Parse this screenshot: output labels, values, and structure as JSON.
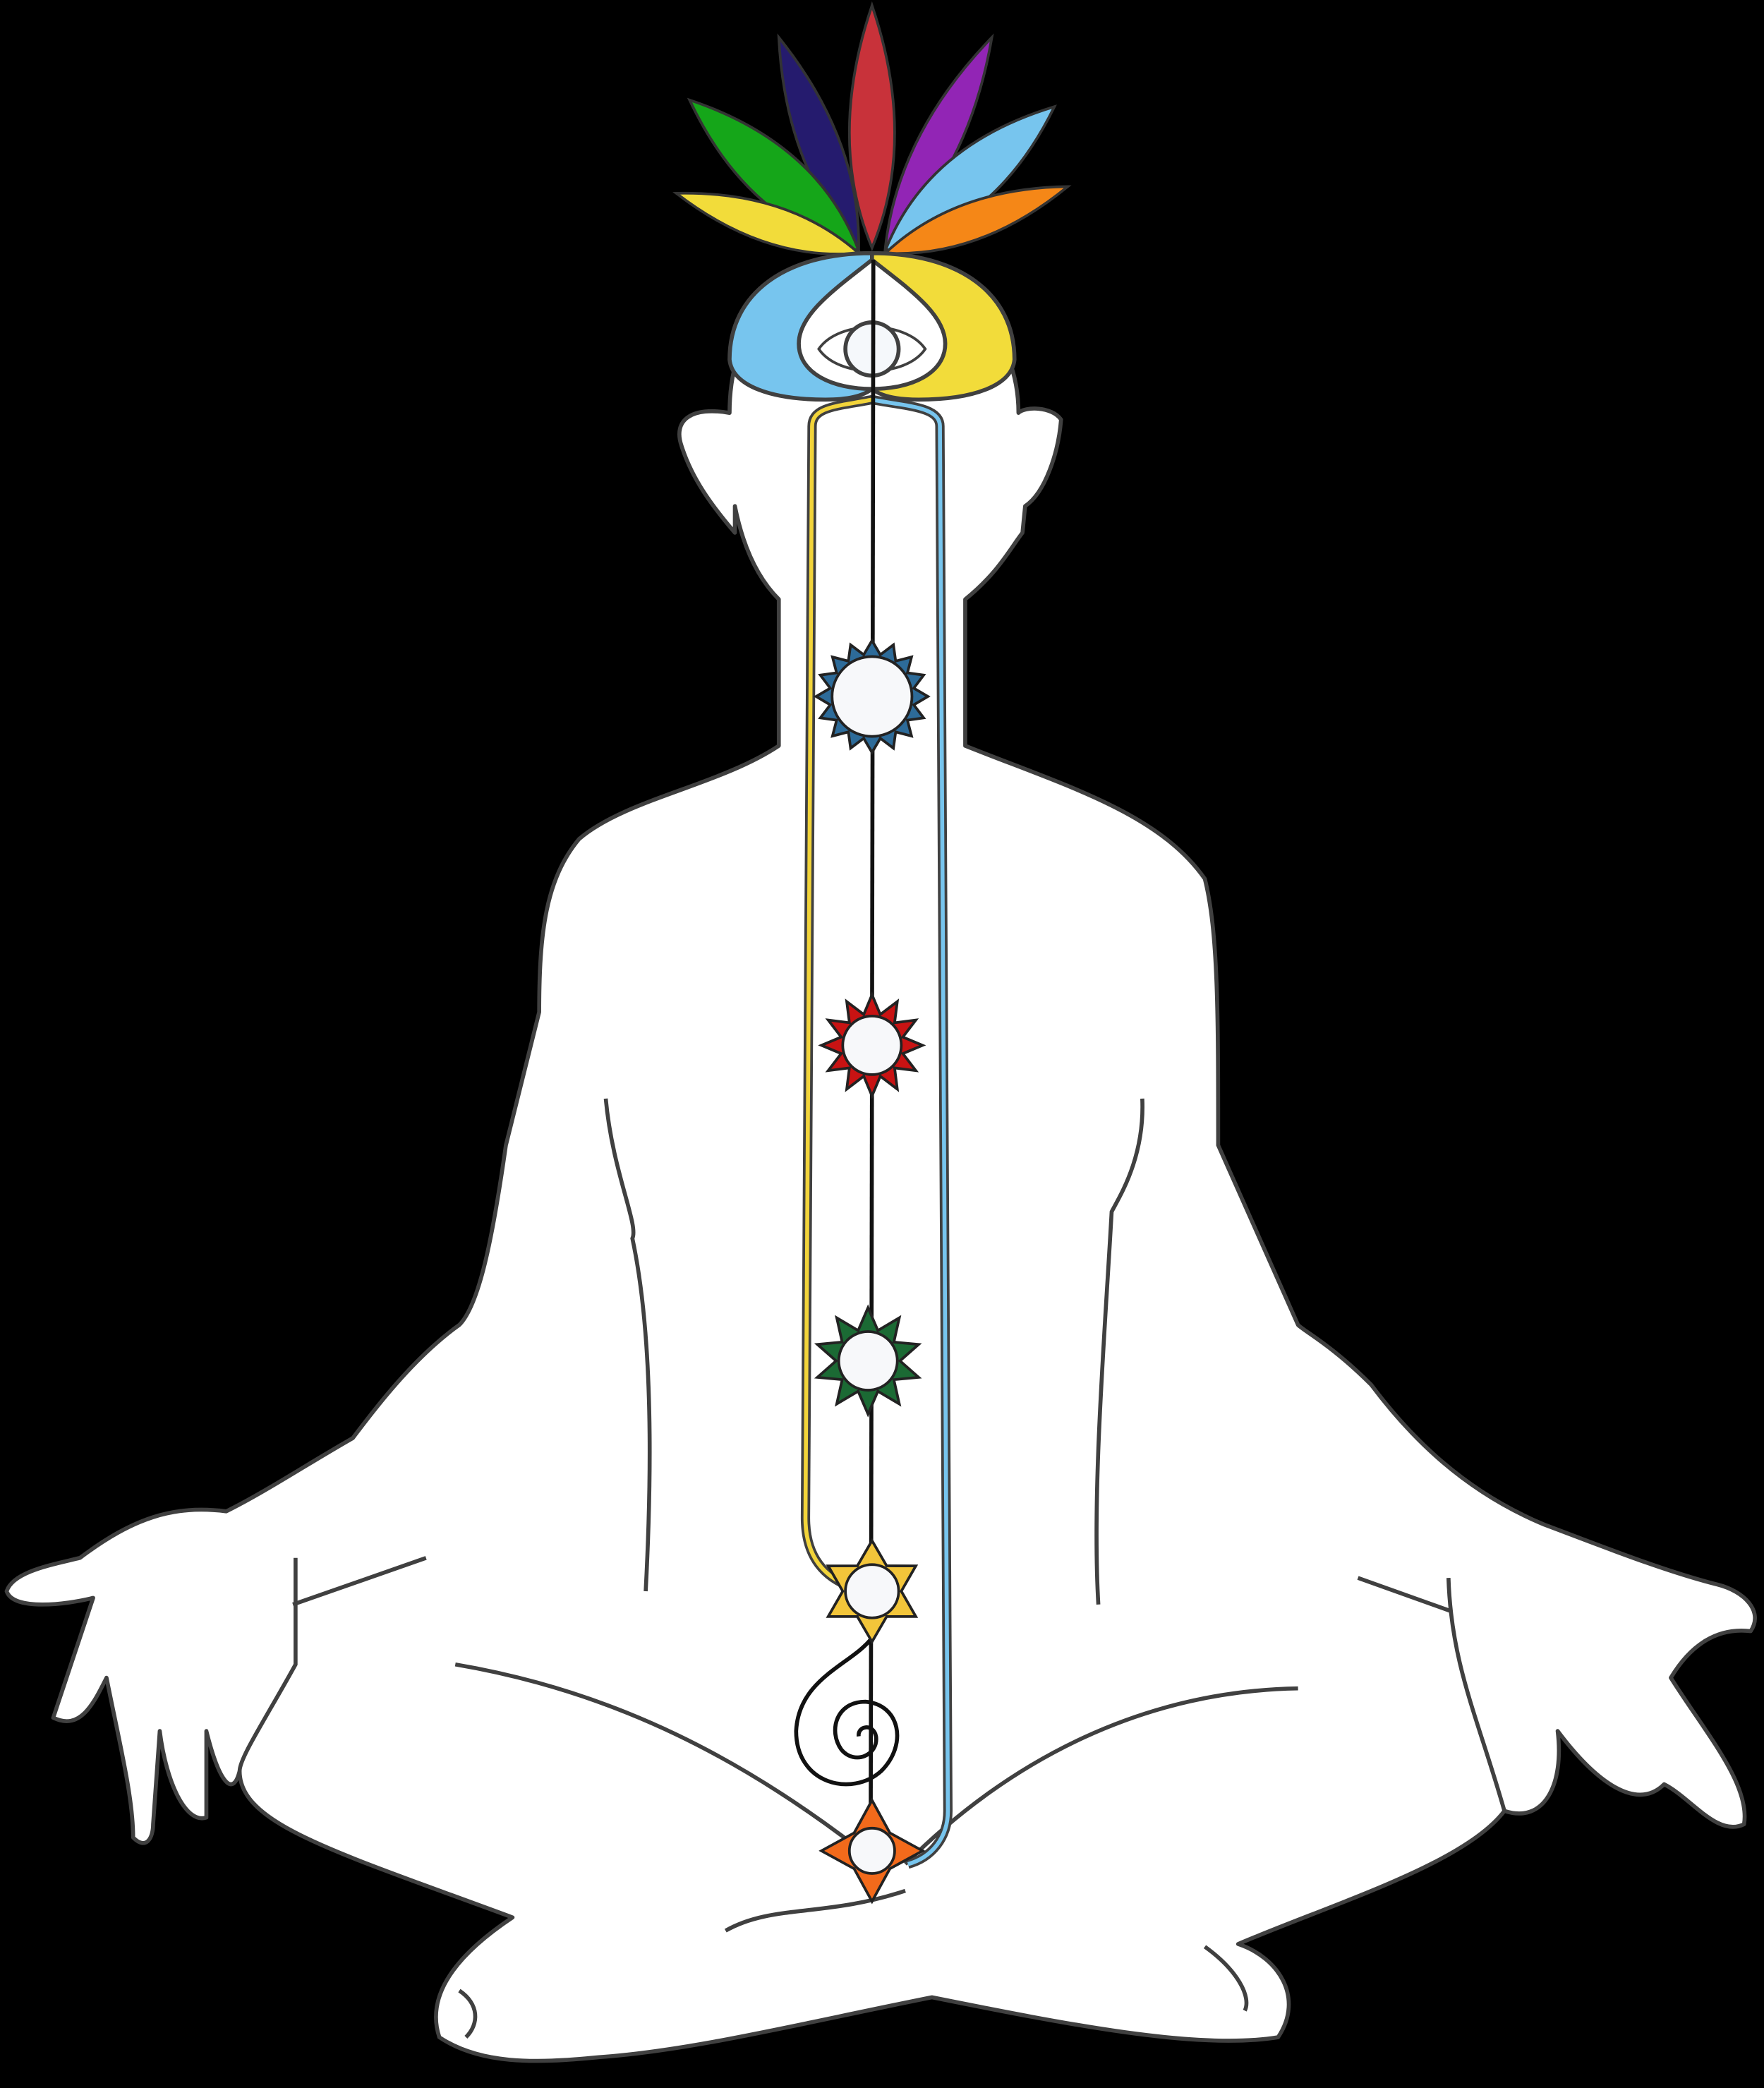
{
  "colors": {
    "background": "#000000",
    "body_fill": "#ffffff",
    "outline": "#404040",
    "ida_nadi": "#f2d43a",
    "pingala_nadi": "#77c5ee",
    "sushumna": "#111111"
  },
  "lotus_petals": [
    {
      "name": "indigo",
      "color": "#251b6e"
    },
    {
      "name": "violet",
      "color": "#9225b5"
    },
    {
      "name": "green",
      "color": "#15a619"
    },
    {
      "name": "light-blue",
      "color": "#77c5ee"
    },
    {
      "name": "yellow",
      "color": "#f2dc3a"
    },
    {
      "name": "orange",
      "color": "#f58717"
    },
    {
      "name": "red",
      "color": "#c8323a"
    }
  ],
  "chakras": [
    {
      "name": "throat",
      "color": "#2d6b99",
      "spikes": 16
    },
    {
      "name": "heart",
      "color": "#c81313",
      "spikes": 12
    },
    {
      "name": "solar-plexus",
      "color": "#1b6a34",
      "spikes": 10
    },
    {
      "name": "sacral",
      "color": "#f2c53a",
      "spikes": 6
    },
    {
      "name": "root",
      "color": "#f26a1b",
      "spikes": 4
    }
  ]
}
